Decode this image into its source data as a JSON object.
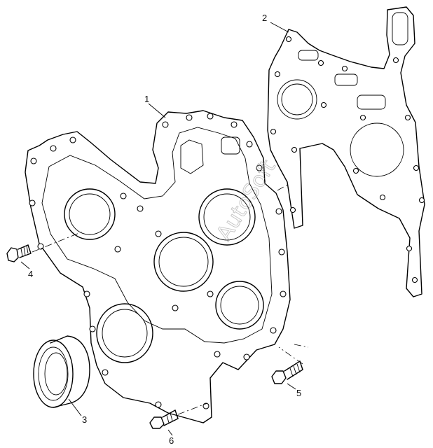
{
  "callouts": [
    {
      "id": "1",
      "label": "1"
    },
    {
      "id": "2",
      "label": "2"
    },
    {
      "id": "3",
      "label": "3"
    },
    {
      "id": "4",
      "label": "4"
    },
    {
      "id": "5",
      "label": "5"
    },
    {
      "id": "6",
      "label": "6"
    }
  ],
  "watermark": "AutoSoft"
}
